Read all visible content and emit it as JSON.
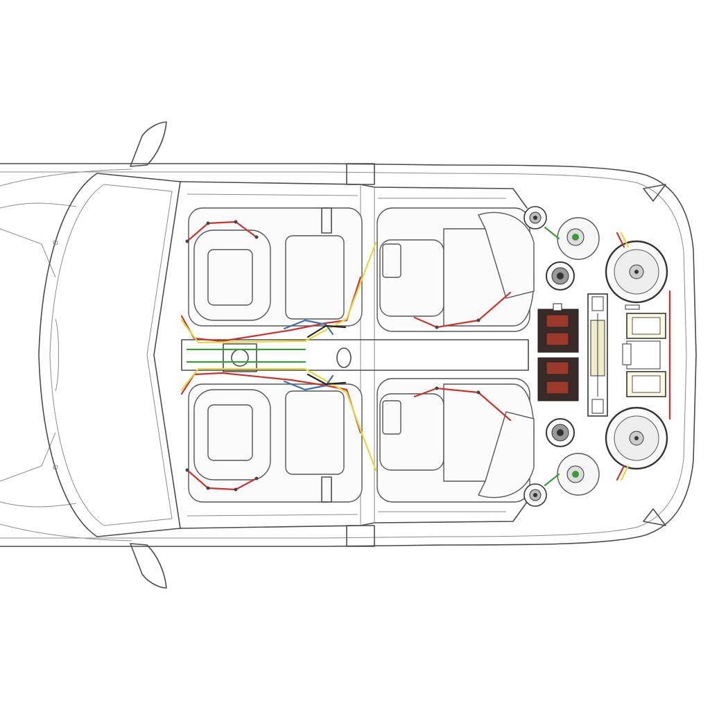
{
  "diagram": {
    "subject": "car-top-view-audio-wiring",
    "colors": {
      "outline": "#4a4a4a",
      "wire_red": "#c8342c",
      "wire_yellow": "#e6d83a",
      "wire_blue": "#3a6fb0",
      "wire_green": "#3a9a3a",
      "wire_black": "#222222",
      "module_fill": "#3a2a28",
      "module_accent": "#9b3a2a"
    },
    "components": {
      "front_seats": 2,
      "rear_seats": 2,
      "door_speakers": 4,
      "tweeters": 2,
      "subwoofers": 2,
      "amplifier_modules": 2,
      "crossovers": 2
    }
  }
}
